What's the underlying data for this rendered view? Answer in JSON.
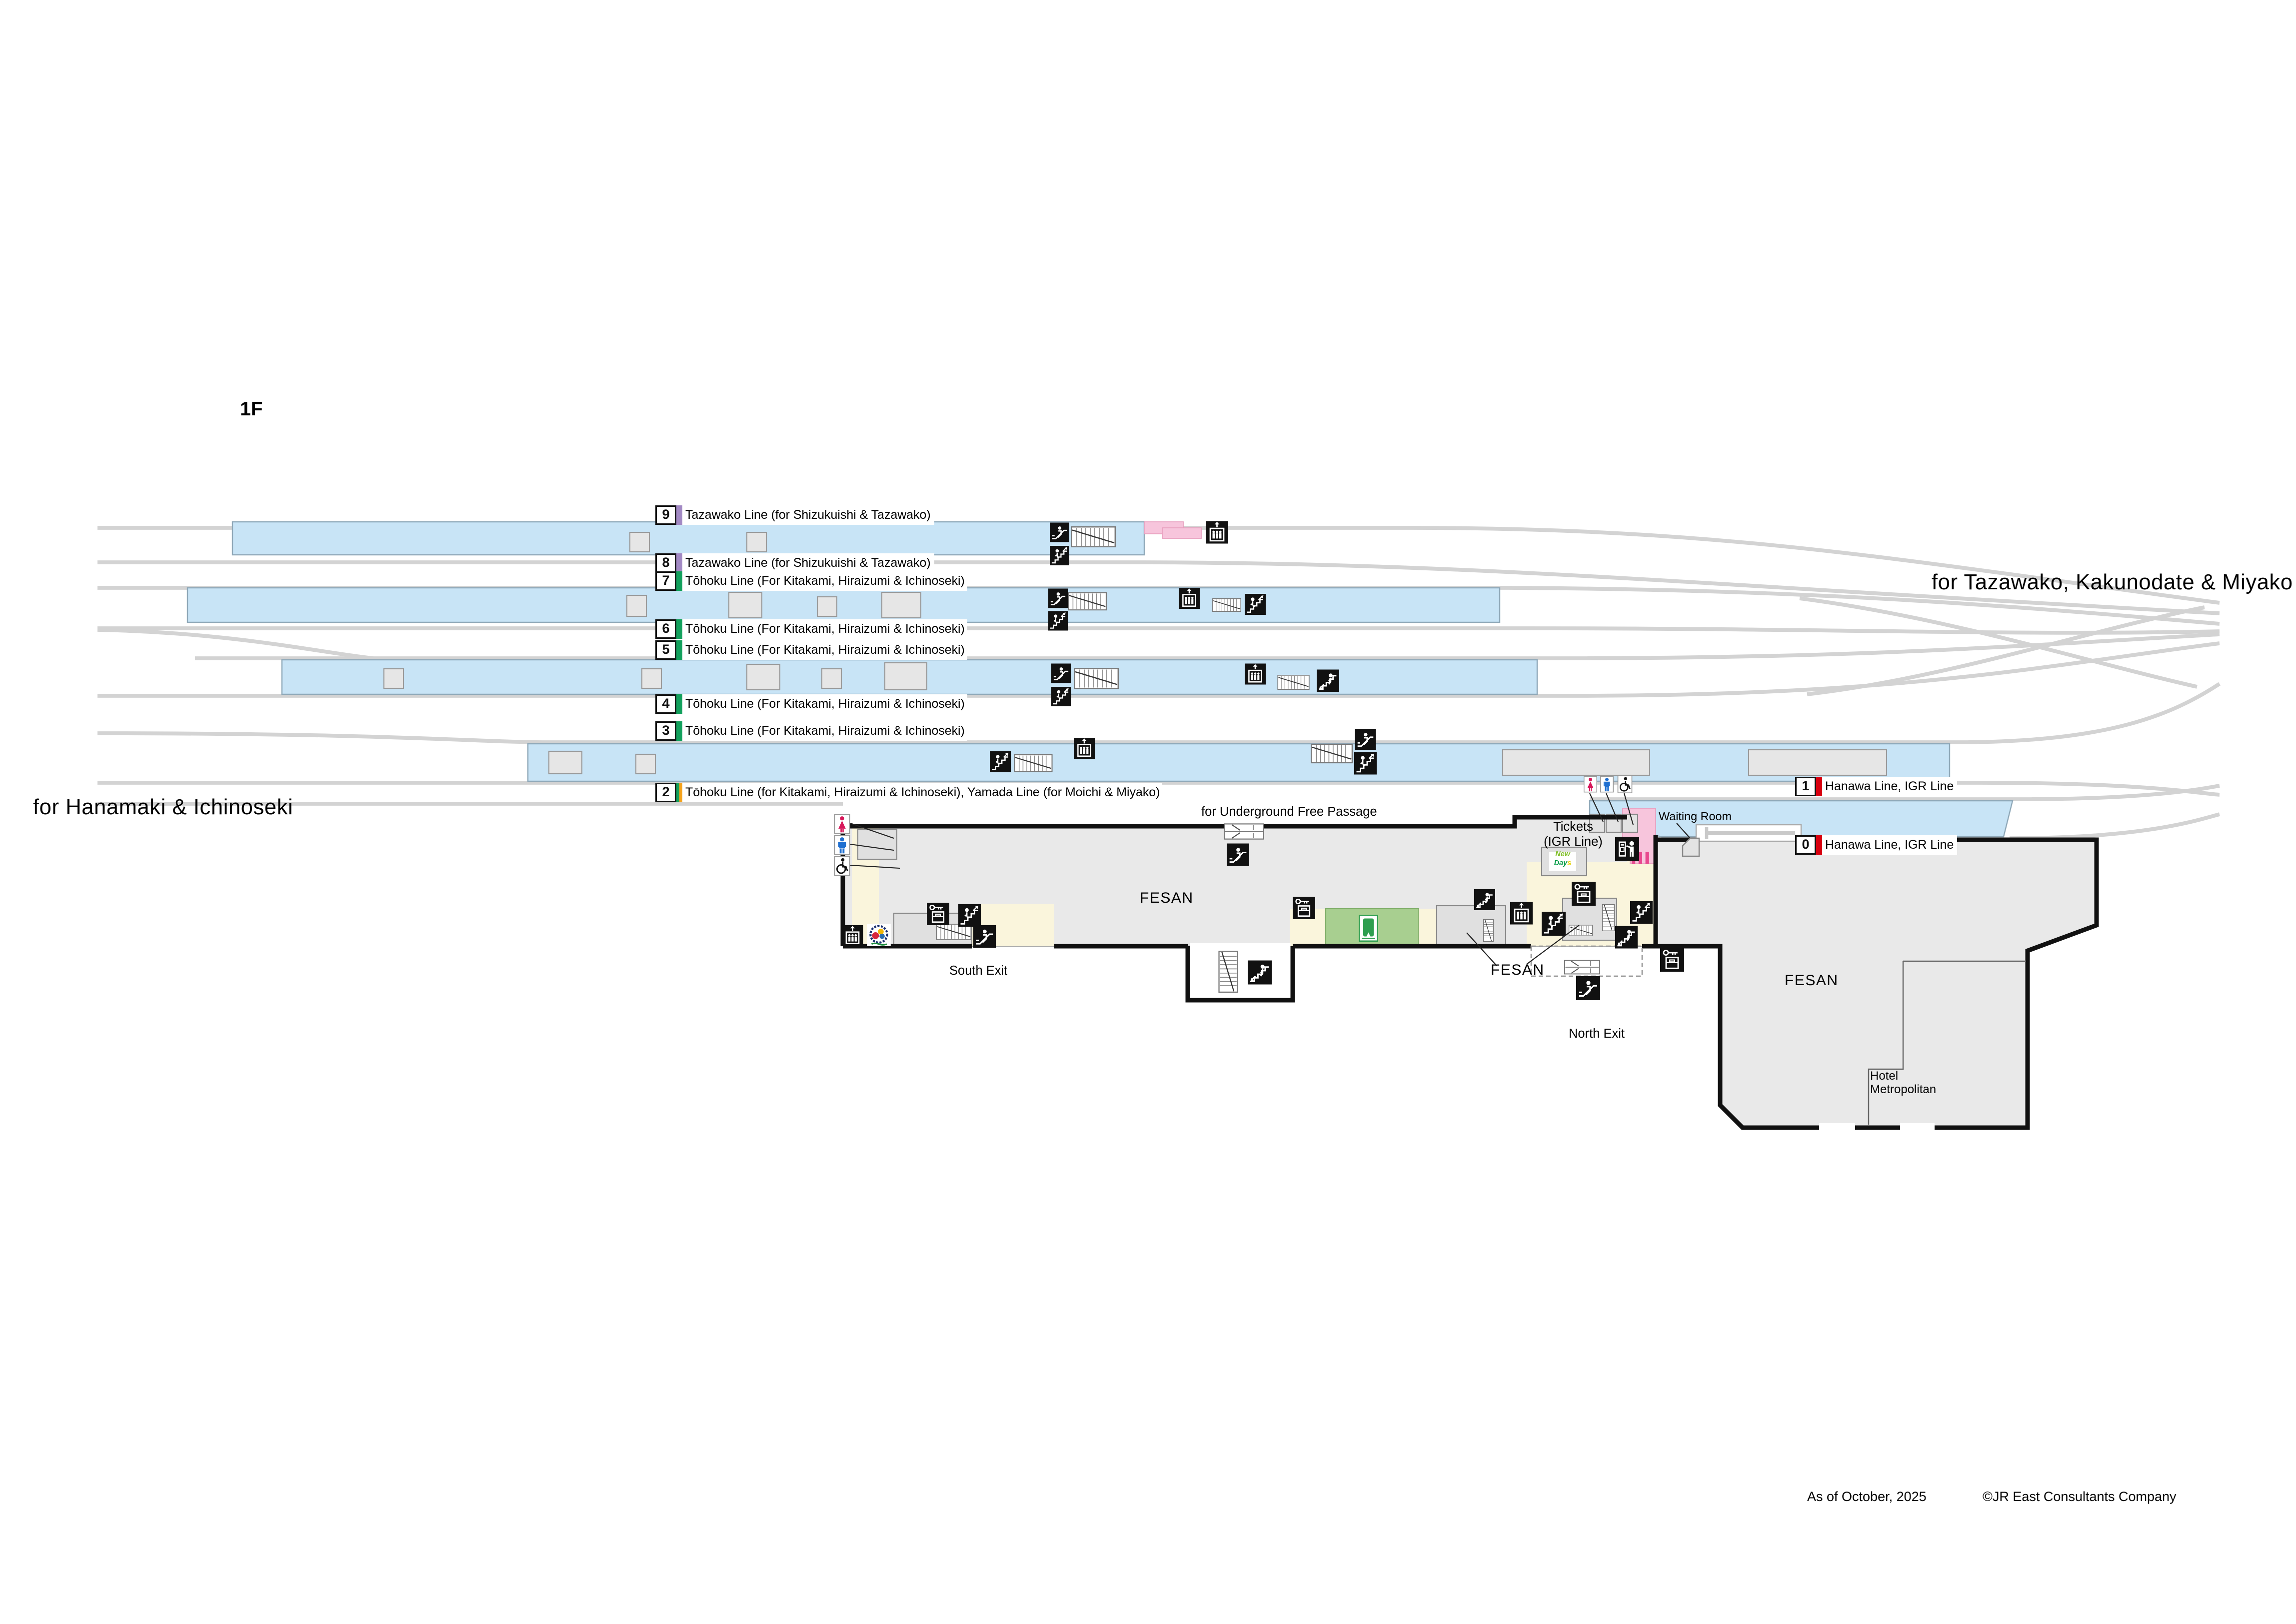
{
  "floor": "1F",
  "destinations": {
    "right": "for Tazawako, Kakunodate & Miyako",
    "left": "for Hanamaki & Ichinoseki",
    "underground": "for Underground Free Passage"
  },
  "platforms": [
    {
      "number": "9",
      "line": "Tazawako Line (for Shizukuishi & Tazawako)",
      "stripe_color": "#a289c4"
    },
    {
      "number": "8",
      "line": "Tazawako Line (for Shizukuishi & Tazawako)",
      "stripe_color": "#a289c4"
    },
    {
      "number": "7",
      "line": "Tōhoku Line (For Kitakami, Hiraizumi & Ichinoseki)",
      "stripe_color": "#12a05c"
    },
    {
      "number": "6",
      "line": "Tōhoku Line (For Kitakami, Hiraizumi & Ichinoseki)",
      "stripe_color": "#12a05c"
    },
    {
      "number": "5",
      "line": "Tōhoku Line (For Kitakami, Hiraizumi & Ichinoseki)",
      "stripe_color": "#12a05c"
    },
    {
      "number": "4",
      "line": "Tōhoku Line (For Kitakami, Hiraizumi & Ichinoseki)",
      "stripe_color": "#12a05c"
    },
    {
      "number": "3",
      "line": "Tōhoku Line (For Kitakami, Hiraizumi & Ichinoseki)",
      "stripe_color": "#12a05c"
    },
    {
      "number": "2",
      "line": "Tōhoku Line (for Kitakami, Hiraizumi & Ichinoseki), Yamada Line (for Moichi & Miyako)",
      "stripe_color": "#12a05c",
      "stripe_color2": "#f5a21b"
    },
    {
      "number": "1",
      "line": "Hanawa Line, IGR Line",
      "stripe_color": "#d7000f"
    },
    {
      "number": "0",
      "line": "Hanawa Line, IGR Line",
      "stripe_color": "#d7000f"
    }
  ],
  "station": {
    "fesan_main": "FESAN",
    "fesan_mid": "FESAN",
    "fesan_right": "FESAN",
    "tickets": "Tickets\n(IGR Line)",
    "waiting_room": "Waiting Room",
    "south_exit": "South Exit",
    "north_exit": "North Exit",
    "hotel": "Hotel\nMetropolitan",
    "newdays_1": "New",
    "newdays_2": "Day",
    "newdays_3": "s"
  },
  "footer": {
    "as_of": "As of October, 2025",
    "copyright": "©JR East Consultants Company"
  },
  "colors": {
    "platform_fill": "#c8e4f6",
    "track": "#d3d3d3",
    "building_fill": "#e9e9e9",
    "room_fill": "#e0e0e0",
    "corridor_fill": "#faf5dc",
    "green_area": "#a8cf90",
    "green_door": "#2e9e4f",
    "pink_gate": "#f7c5dc",
    "gate_bar": "#e8488e",
    "tazawako_purple": "#a289c4",
    "tohoku_green": "#12a05c",
    "yamada_orange": "#f5a21b",
    "hanawa_red": "#d7000f",
    "outline": "#111111"
  },
  "icons": {
    "escalator-icon": "escalator pictogram (white on black)",
    "stairs-up-icon": "stairs with person ascending",
    "stairs-down-icon": "stairs with person descending",
    "elevator-icon": "elevator with up arrow",
    "coin-locker-icon": "key and locker",
    "ticket-machine-icon": "person at ticket machine",
    "toilet-woman-icon": "red female figure",
    "toilet-man-icon": "blue male figure",
    "wheelchair-icon": "accessible wheelchair symbol",
    "exit-door-icon": "green doorway",
    "mascot-logo": "Torenta-kun station mascot badge",
    "newdays-logo": "NewDays convenience store logo"
  }
}
